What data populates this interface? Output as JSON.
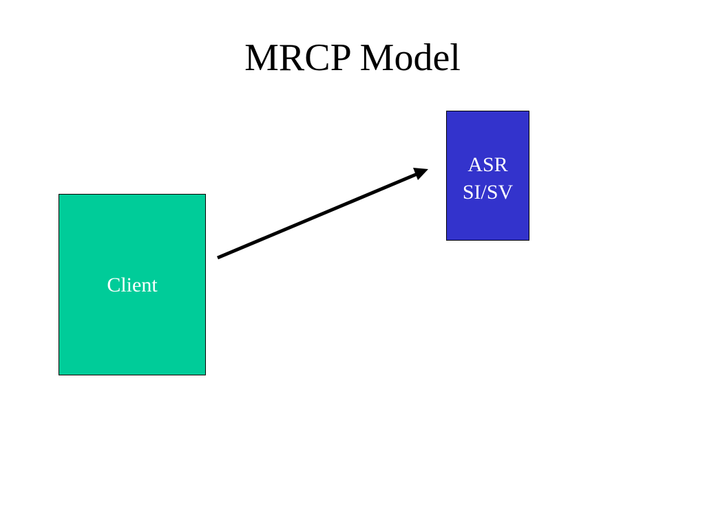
{
  "slide": {
    "title": "MRCP Model"
  },
  "nodes": {
    "client": {
      "label": "Client",
      "color": "#00CC99"
    },
    "asr": {
      "label_line1": "ASR",
      "label_line2": "SI/SV",
      "color": "#3333CC"
    }
  },
  "edges": [
    {
      "from": "client",
      "to": "asr",
      "style": "arrow"
    }
  ]
}
